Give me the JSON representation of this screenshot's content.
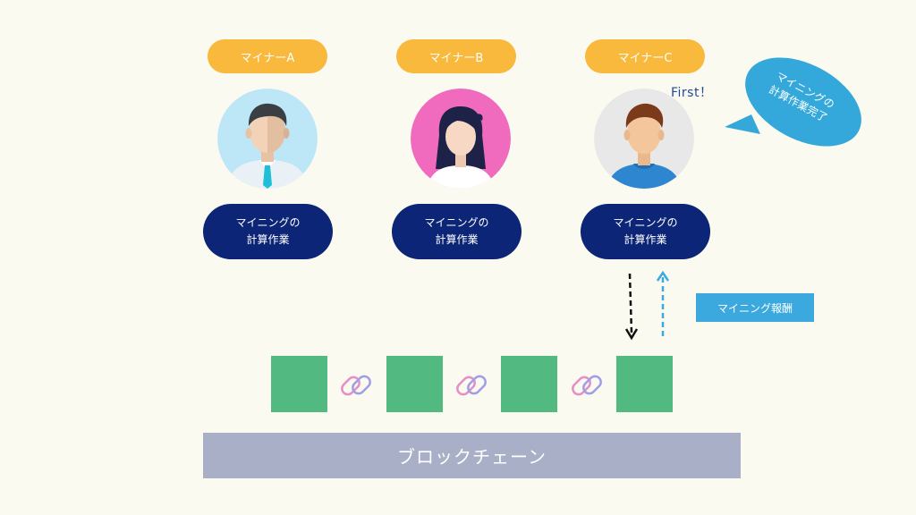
{
  "miners": [
    {
      "label": "マイナーA",
      "work_line1": "マイニングの",
      "work_line2": "計算作業"
    },
    {
      "label": "マイナーB",
      "work_line1": "マイニングの",
      "work_line2": "計算作業"
    },
    {
      "label": "マイナーC",
      "work_line1": "マイニングの",
      "work_line2": "計算作業"
    }
  ],
  "first_label": "First！",
  "bubble": {
    "line1": "マイニングの",
    "line2": "計算作業完了"
  },
  "reward_label": "マイニング報酬",
  "blockchain_label": "ブロックチェーン",
  "colors": {
    "background": "#fbfaf0",
    "miner_pill": "#f8b93d",
    "work_box": "#0d2577",
    "block": "#52b980",
    "chain_bar": "#a8afc6",
    "reward": "#3ba9dd"
  }
}
